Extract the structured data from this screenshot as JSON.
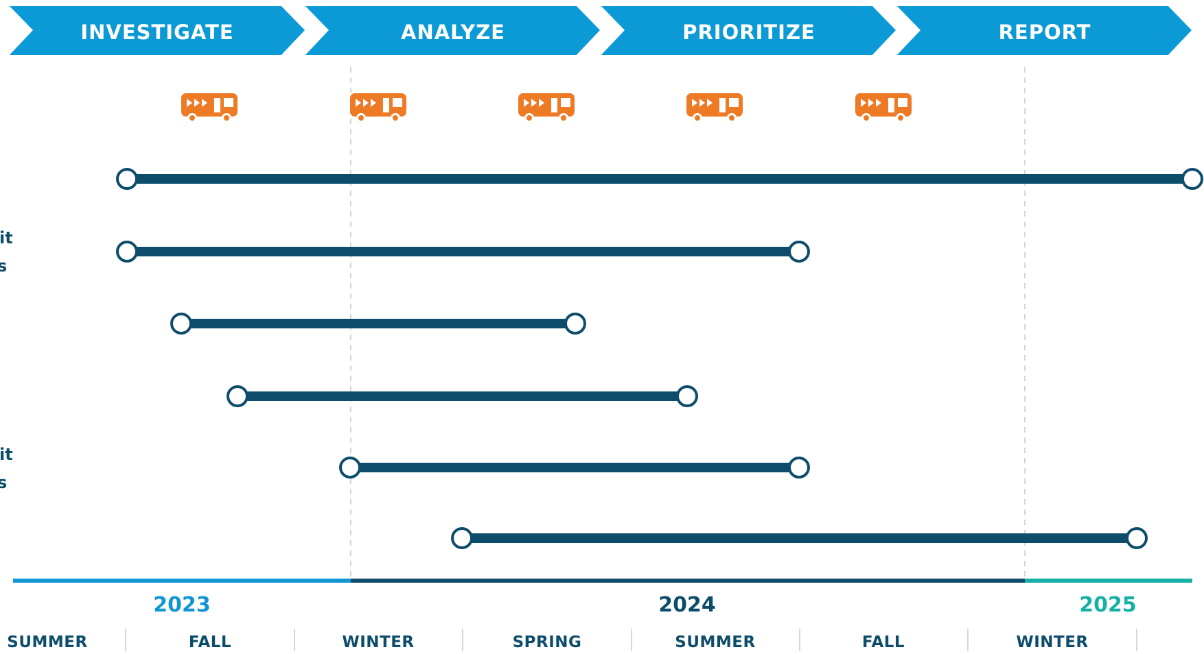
{
  "phases": [
    "INVESTIGATE",
    "ANALYZE",
    "PRIORITIZE",
    "REPORT"
  ],
  "colors": {
    "phase": "#0b9ad6",
    "bus": "#ef7a25",
    "bar": "#0d4d6b",
    "year_2023": "#1196d4",
    "year_2024": "#0d4d6b",
    "year_2025": "#17b0a4",
    "divider": "#d6d6d6"
  },
  "bus_icon": "bus-icon",
  "row_label_fragments": [
    {
      "row": 2,
      "lines": [
        "it",
        "s"
      ]
    },
    {
      "row": 5,
      "lines": [
        "it",
        "s"
      ]
    }
  ],
  "timeline": {
    "years": [
      {
        "label": "2023",
        "color_key": "year_2023"
      },
      {
        "label": "2024",
        "color_key": "year_2024"
      },
      {
        "label": "2025",
        "color_key": "year_2025"
      }
    ],
    "seasons": [
      "SUMMER",
      "FALL",
      "WINTER",
      "SPRING",
      "SUMMER",
      "FALL",
      "WINTER"
    ]
  }
}
